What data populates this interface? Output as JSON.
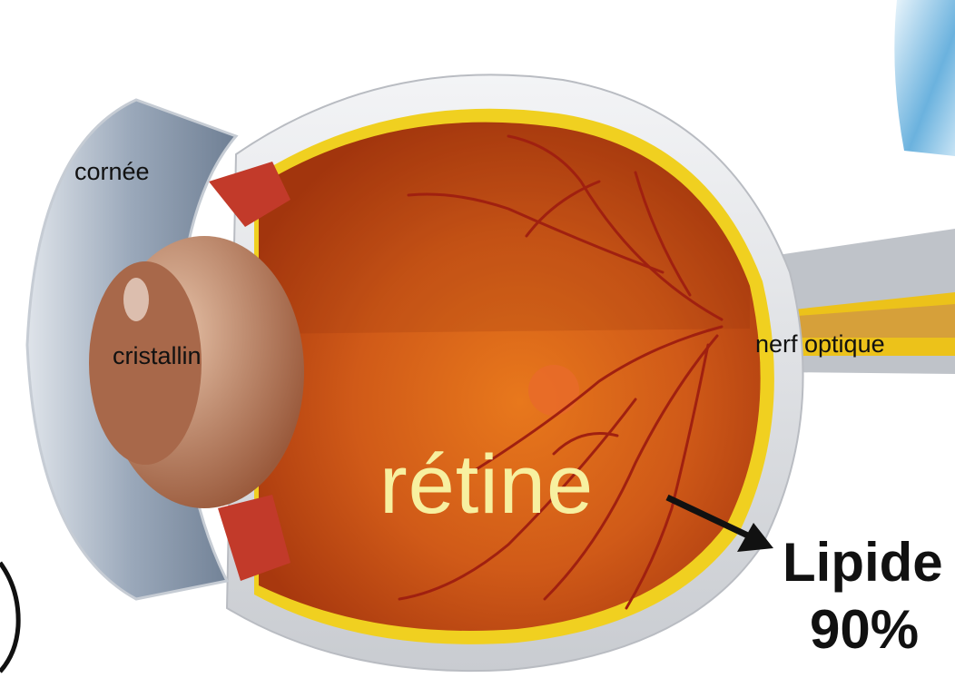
{
  "labels": {
    "cornea": "cornée",
    "lens": "cristallin",
    "optic_nerve": "nerf optique",
    "retina": "rétine",
    "lipids": "Lipide",
    "percent": "90%"
  },
  "colors": {
    "sclera": "#e6e8eb",
    "eyeball_interior": "#c8501a",
    "retina_layer": "#f0d020",
    "lens": "#c48a6c",
    "iris": "#8a99ab",
    "vessels": "#a02010",
    "retina_text": "#f7f0a0"
  }
}
